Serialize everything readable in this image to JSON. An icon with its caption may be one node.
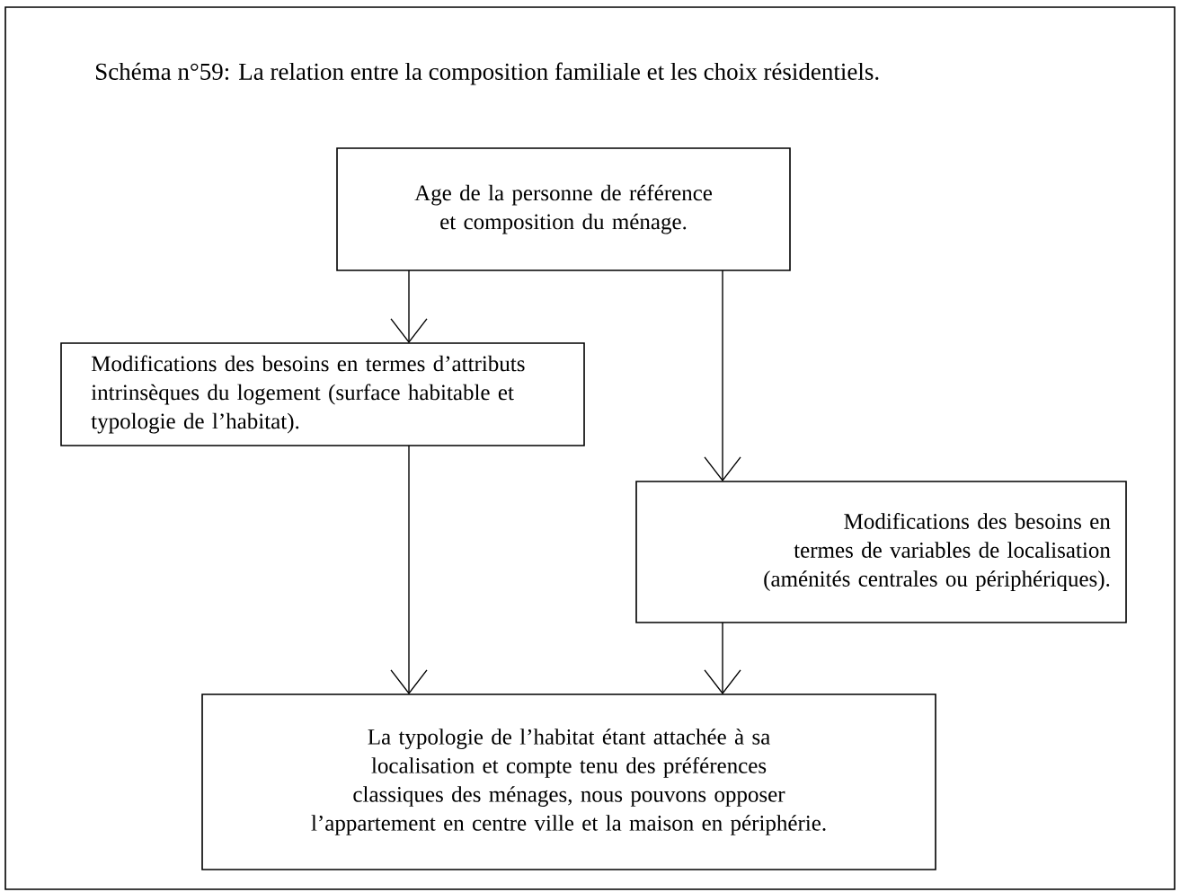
{
  "diagram": {
    "title": "Schéma n°59: La relation entre la composition familiale et les choix résidentiels.",
    "nodes": [
      {
        "text": [
          "Age de la personne de référence et composition du ménage."
        ]
      },
      {
        "text": [
          "Modifications des besoins en termes d’attributs intrinsèques du logement (surface habitable et typologie de l’habitat)."
        ]
      },
      {
        "text": [
          "Modifications des besoins en termes de variables de localisation (aménités centrales ou périphériques)."
        ]
      },
      {
        "text": [
          "La typologie de l’habitat étant attachée à sa localisation et compte tenu des préférences classiques des ménages, nous pouvons opposer l’appartement en centre ville et la maison en périphérie."
        ]
      }
    ],
    "edges": [
      {
        "from": 0,
        "to": 1,
        "arrow": "to"
      },
      {
        "from": 0,
        "to": 2,
        "arrow": "to"
      },
      {
        "from": 1,
        "to": 3,
        "arrow": "to"
      },
      {
        "from": 2,
        "to": 3,
        "arrow": "to"
      }
    ]
  }
}
